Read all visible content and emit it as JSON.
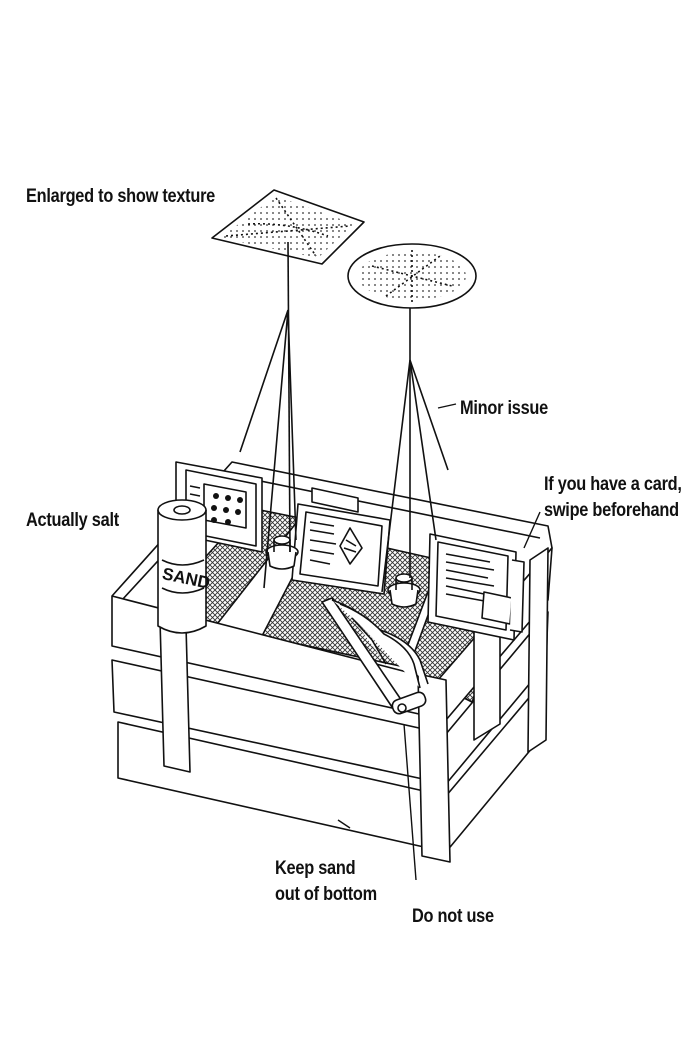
{
  "labels": {
    "texture": "Enlarged to show texture",
    "minor": "Minor issue",
    "card_line1": "If you have a card,",
    "card_line2": "swipe beforehand",
    "salt": "Actually salt",
    "sand_line1": "Keep sand",
    "sand_line2": "out of bottom",
    "donot": "Do not use"
  },
  "canister_text": "SAND",
  "colors": {
    "ink": "#111111",
    "paper": "#ffffff",
    "hatch": "#555555"
  }
}
